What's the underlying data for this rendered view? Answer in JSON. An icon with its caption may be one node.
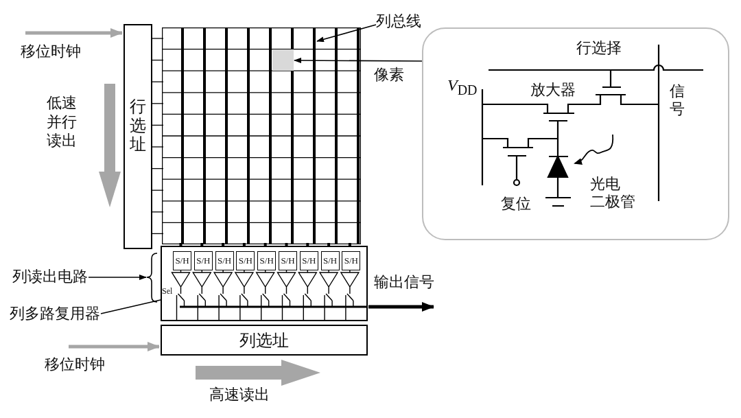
{
  "diagram": {
    "nodes": [
      {
        "text": [
          "行选址"
        ]
      },
      {
        "text": [],
        "shape": "box"
      },
      {
        "text": [],
        "shape": "box",
        "in": 1
      },
      {
        "text": [
          "列总线"
        ]
      },
      {
        "text": [
          "行选择",
          "*V*$_{DD}$",
          "放大器",
          "信号",
          "复位",
          "光电二极管"
        ]
      },
      {
        "text": [],
        "shape": "box"
      },
      {
        "text": [
          "S/H"
        ],
        "in": 5
      },
      {
        "text": [
          "S/H"
        ],
        "in": 5
      },
      {
        "text": [
          "S/H"
        ],
        "in": 5
      },
      {
        "text": [
          "S/H"
        ],
        "in": 5
      },
      {
        "text": [
          "S/H"
        ],
        "in": 5
      },
      {
        "text": [
          "S/H"
        ],
        "in": 5
      },
      {
        "text": [
          "S/H"
        ],
        "in": 5
      },
      {
        "text": [
          "S/H"
        ],
        "in": 5
      },
      {
        "text": [
          "S/H"
        ],
        "in": 5
      },
      {
        "text": [
          "列选址"
        ]
      },
      {
        "text": [
          "列读出电路"
        ]
      },
      {
        "text": [
          "列多路复用器"
        ]
      }
    ],
    "edges": [
      {
        "from": null,
        "to": 0,
        "arrow": "to",
        "label": "移位时钟",
        "style": "thick",
        "color": "#a6a6a6"
      },
      {
        "from": 3,
        "to": 1,
        "arrow": "to"
      },
      {
        "from": 4,
        "to": 2,
        "arrow": "to",
        "label": "像素"
      },
      {
        "from": 16,
        "to": 5,
        "arrow": "to"
      },
      {
        "from": 17,
        "to": 5,
        "arrow": "to"
      },
      {
        "from": 5,
        "to": null,
        "arrow": "to",
        "label": "输出信号",
        "style": "thick"
      },
      {
        "from": null,
        "to": 15,
        "arrow": "to",
        "label": "移位时钟",
        "style": "thick",
        "color": "#a6a6a6"
      }
    ],
    "labels": [
      "低速并行读出",
      "Sel",
      "高速读出"
    ]
  }
}
